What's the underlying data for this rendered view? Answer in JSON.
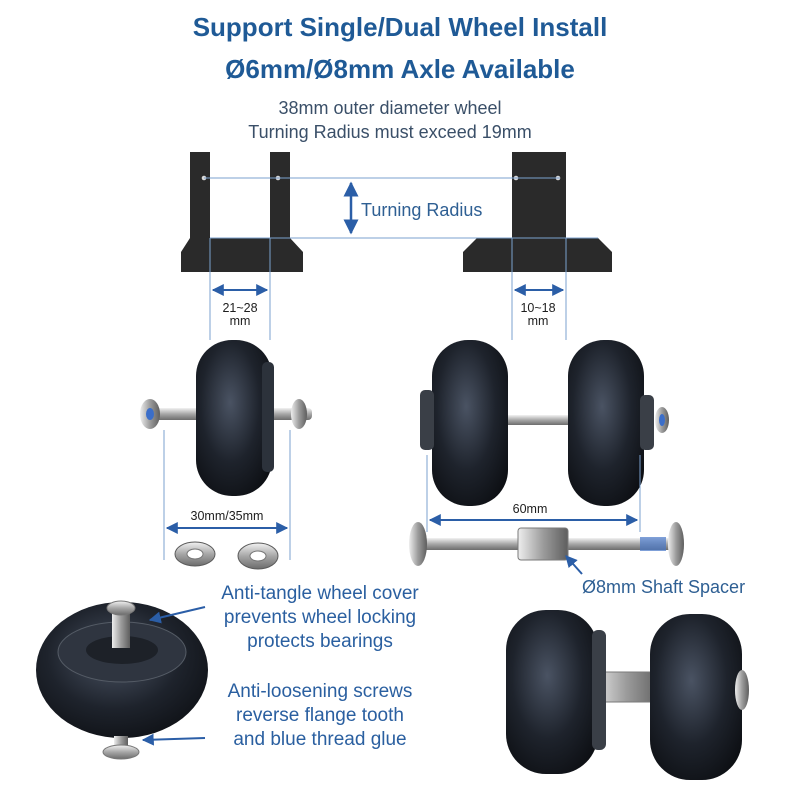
{
  "header": {
    "title_line1": "Support Single/Dual Wheel Install",
    "title_line2": "Ø6mm/Ø8mm Axle Available",
    "subtitle_line1": "38mm outer diameter wheel",
    "subtitle_line2": "Turning Radius must exceed 19mm"
  },
  "diagram": {
    "turning_radius_label": "Turning Radius",
    "single_gap_value": "21~28",
    "single_gap_unit": "mm",
    "dual_gap_value": "10~18",
    "dual_gap_unit": "mm",
    "single_axle_length": "30mm/35mm",
    "dual_axle_length": "60mm",
    "spacer_label": "Ø8mm Shaft Spacer"
  },
  "callouts": {
    "cover_line1": "Anti-tangle wheel cover",
    "cover_line2": "prevents wheel locking",
    "cover_line3": "protects bearings",
    "screw_line1": "Anti-loosening screws",
    "screw_line2": "reverse flange tooth",
    "screw_line3": "and blue thread glue"
  },
  "colors": {
    "title": "#1f5a96",
    "dimension_line": "#2b5ea7",
    "bracket": "#2a2a2a",
    "wheel": "#1b1f27"
  }
}
